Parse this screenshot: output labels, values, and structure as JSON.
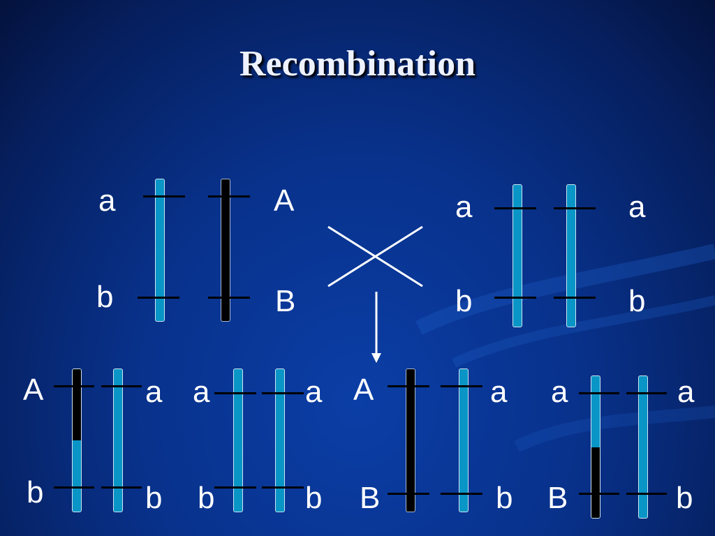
{
  "title": "Recombination",
  "parents": {
    "left": {
      "a": "a",
      "A": "A",
      "b": "b",
      "B": "B"
    },
    "right": {
      "a1": "a",
      "a2": "a",
      "b1": "b",
      "b2": "b"
    }
  },
  "offspring": [
    {
      "top_left": "A",
      "top_right": "a",
      "bottom_left": "b",
      "bottom_right": "b"
    },
    {
      "top_left": "a",
      "top_right": "a",
      "bottom_left": "b",
      "bottom_right": "b"
    },
    {
      "top_left": "A",
      "top_right": "a",
      "bottom_left": "B",
      "bottom_right": "b"
    },
    {
      "top_left": "a",
      "top_right": "a",
      "bottom_left": "B",
      "bottom_right": "b"
    }
  ],
  "colors": {
    "chromosome_light": "#0a95c7",
    "chromosome_dark": "#000000",
    "background": "#08318a",
    "lines": "#ffffff"
  },
  "icons": {
    "cross": "cross-symbol",
    "arrow": "down-arrow"
  }
}
